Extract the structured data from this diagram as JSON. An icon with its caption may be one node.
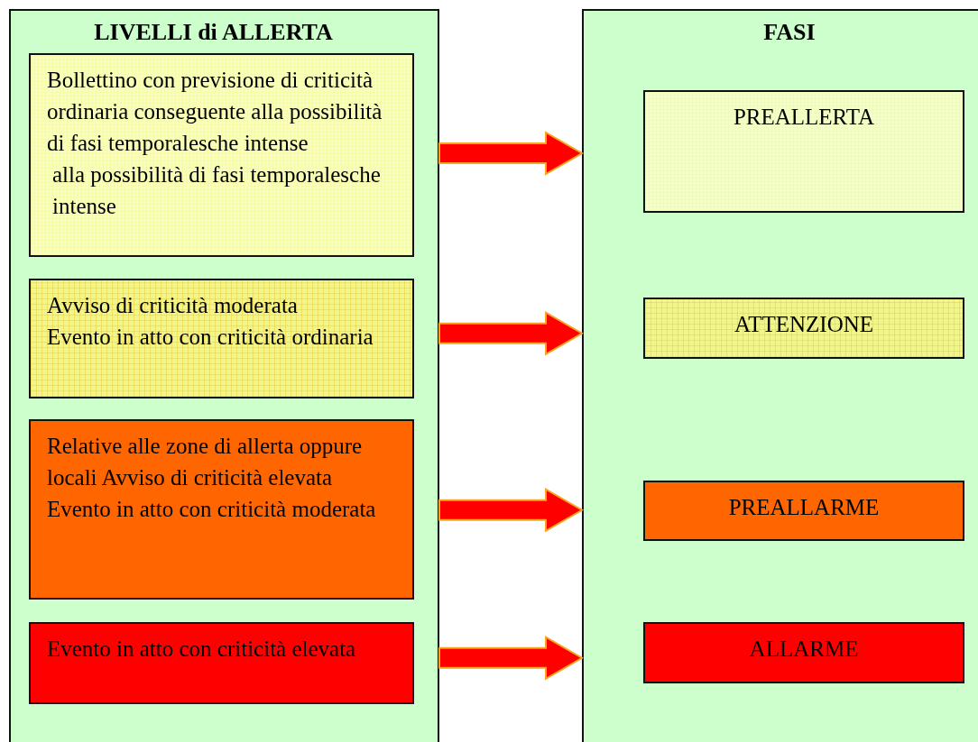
{
  "diagram": {
    "nodes": [
      {
        "text": [
          "LIVELLI di ALLERTA"
        ]
      },
      {
        "text": [
          "Bollettino con previsione di criticità ordinaria conseguente alla possibilità di fasi temporalesche intense",
          "alla possibilità di fasi temporalesche intense"
        ],
        "in": 0
      },
      {
        "text": [
          "Avviso di criticità moderata",
          "Evento in atto con criticità ordinaria"
        ],
        "in": 0
      },
      {
        "text": [
          "Relative alle zone di allerta oppure locali Avviso di criticità elevata",
          "Evento in atto con criticità moderata"
        ],
        "in": 0
      },
      {
        "text": [
          "Evento in atto con criticità elevata"
        ],
        "in": 0
      },
      {
        "text": [
          "FASI"
        ]
      },
      {
        "text": [
          "PREALLERTA"
        ],
        "in": 5
      },
      {
        "text": [
          "ATTENZIONE"
        ],
        "in": 5
      },
      {
        "text": [
          "PREALLARME"
        ],
        "in": 5
      },
      {
        "text": [
          "ALLARME"
        ],
        "in": 5
      }
    ],
    "edges": [
      {
        "from": 1,
        "to": 6,
        "arrow": "to",
        "style": "thick"
      },
      {
        "from": 2,
        "to": 7,
        "arrow": "to",
        "style": "thick"
      },
      {
        "from": 3,
        "to": 8,
        "arrow": "to",
        "style": "thick"
      },
      {
        "from": 4,
        "to": 9,
        "arrow": "to",
        "style": "thick"
      }
    ]
  }
}
